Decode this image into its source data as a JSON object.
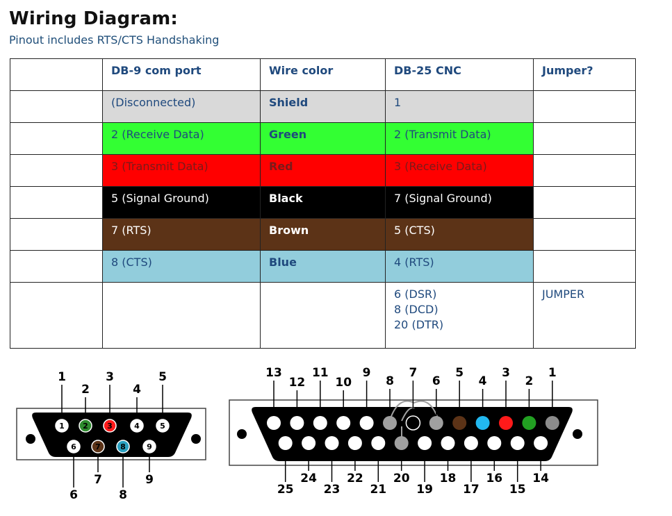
{
  "title": "Wiring Diagram:",
  "subtitle": "Pinout includes RTS/CTS Handshaking",
  "table": {
    "headers": [
      "",
      "DB-9 com port",
      "Wire color",
      "DB-25 CNC",
      "Jumper?"
    ],
    "rows": [
      {
        "db9": "(Disconnected)",
        "color": "Shield",
        "db25": "1",
        "jumper": "",
        "bg": "#d9d9d9",
        "fg": "#1f497d"
      },
      {
        "db9": "2 (Receive Data)",
        "color": "Green",
        "db25": "2 (Transmit Data)",
        "jumper": "",
        "bg": "#33ff33",
        "fg": "#1f497d"
      },
      {
        "db9": "3 (Transmit Data)",
        "color": "Red",
        "db25": "3 (Receive Data)",
        "jumper": "",
        "bg": "#ff0000",
        "fg": "#7a1a1a"
      },
      {
        "db9": "5 (Signal Ground)",
        "color": "Black",
        "db25": "7 (Signal Ground)",
        "jumper": "",
        "bg": "#000000",
        "fg": "#ffffff"
      },
      {
        "db9": "7 (RTS)",
        "color": "Brown",
        "db25": "5 (CTS)",
        "jumper": "",
        "bg": "#5c3317",
        "fg": "#ffffff"
      },
      {
        "db9": "8 (CTS)",
        "color": "Blue",
        "db25": "4 (RTS)",
        "jumper": "",
        "bg": "#92cddc",
        "fg": "#1f497d"
      }
    ],
    "last_row": {
      "db9": "",
      "color": "",
      "db25_lines": [
        "6 (DSR)",
        "8 (DCD)",
        "20 (DTR)"
      ],
      "jumper": "JUMPER"
    }
  },
  "db9": {
    "top_pins": [
      {
        "n": "1",
        "color": "#ffffff",
        "label": "1"
      },
      {
        "n": "2",
        "color": "#2e8b2e",
        "label": "2"
      },
      {
        "n": "3",
        "color": "#ff1a1a",
        "label": "3"
      },
      {
        "n": "4",
        "color": "#ffffff",
        "label": "4"
      },
      {
        "n": "5",
        "color": "#ffffff",
        "label": "5"
      }
    ],
    "bottom_pins": [
      {
        "n": "6",
        "color": "#ffffff",
        "label": "6"
      },
      {
        "n": "7",
        "color": "#5c3317",
        "label": "7"
      },
      {
        "n": "8",
        "color": "#2aa0c0",
        "label": "8"
      },
      {
        "n": "9",
        "color": "#ffffff",
        "label": "9"
      }
    ]
  },
  "db25": {
    "top_pins": [
      {
        "n": "13",
        "color": "#ffffff"
      },
      {
        "n": "12",
        "color": "#ffffff"
      },
      {
        "n": "11",
        "color": "#ffffff"
      },
      {
        "n": "10",
        "color": "#ffffff"
      },
      {
        "n": "9",
        "color": "#ffffff"
      },
      {
        "n": "8",
        "color": "#a0a0a0"
      },
      {
        "n": "7",
        "color": "#000000"
      },
      {
        "n": "6",
        "color": "#a0a0a0"
      },
      {
        "n": "5",
        "color": "#5c3317"
      },
      {
        "n": "4",
        "color": "#22b8f0"
      },
      {
        "n": "3",
        "color": "#ff1a1a"
      },
      {
        "n": "2",
        "color": "#22a022"
      },
      {
        "n": "1",
        "color": "#8c8c8c"
      }
    ],
    "bottom_pins": [
      {
        "n": "25",
        "color": "#ffffff"
      },
      {
        "n": "24",
        "color": "#ffffff"
      },
      {
        "n": "23",
        "color": "#ffffff"
      },
      {
        "n": "22",
        "color": "#ffffff"
      },
      {
        "n": "21",
        "color": "#ffffff"
      },
      {
        "n": "20",
        "color": "#a0a0a0"
      },
      {
        "n": "19",
        "color": "#ffffff"
      },
      {
        "n": "18",
        "color": "#ffffff"
      },
      {
        "n": "17",
        "color": "#ffffff"
      },
      {
        "n": "16",
        "color": "#ffffff"
      },
      {
        "n": "15",
        "color": "#ffffff"
      },
      {
        "n": "14",
        "color": "#ffffff"
      }
    ]
  }
}
